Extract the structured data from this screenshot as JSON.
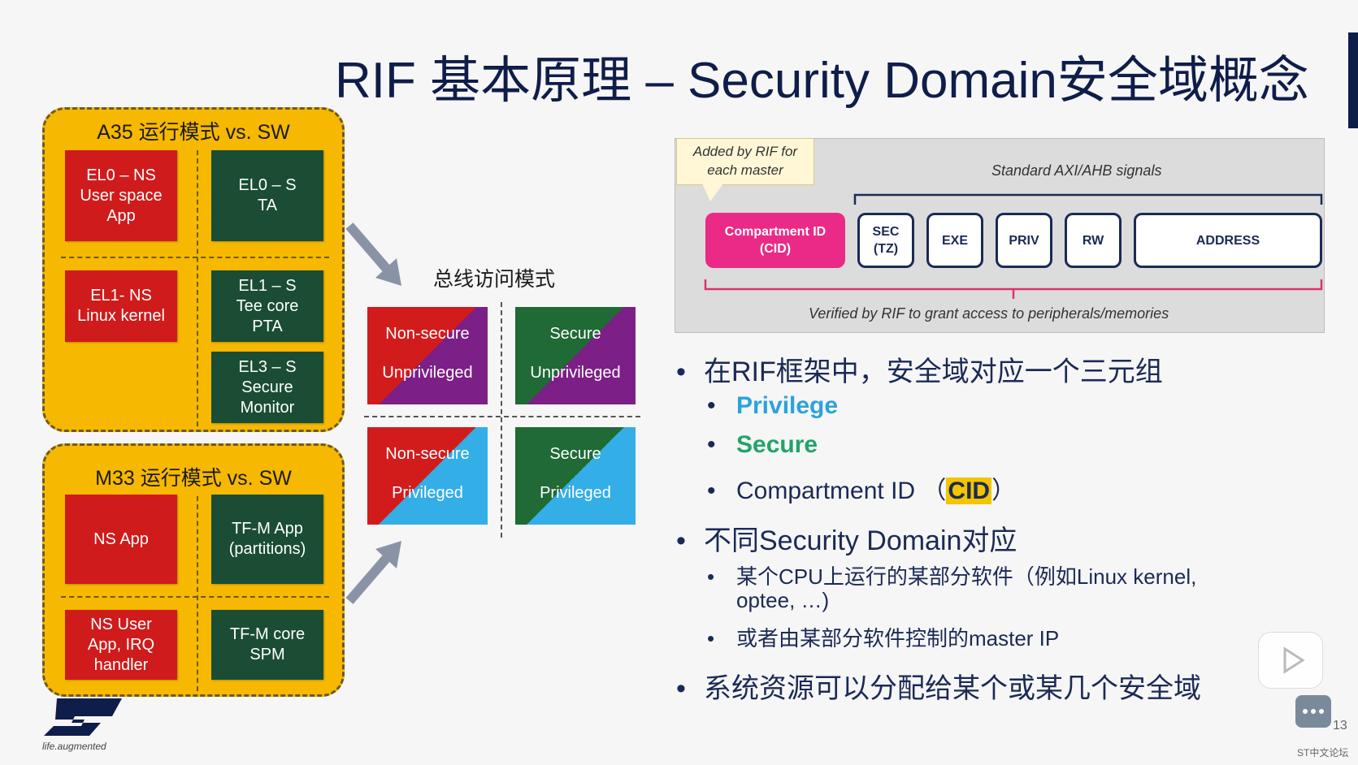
{
  "title": "RIF 基本原理 – Security Domain安全域概念",
  "a35": {
    "title": "A35 运行模式 vs. SW",
    "el0_ns": "EL0 – NS\nUser space\nApp",
    "el0_s": "EL0 – S\nTA",
    "el1_ns": "EL1- NS\nLinux kernel",
    "el1_s": "EL1 – S\nTee core\nPTA",
    "el3_s": "EL3 – S\nSecure\nMonitor"
  },
  "m33": {
    "title": "M33 运行模式 vs. SW",
    "ns_app": "NS App",
    "tfm_app": "TF-M App\n(partitions)",
    "ns_user": "NS User\nApp, IRQ\nhandler",
    "tfm_core": "TF-M core\nSPM"
  },
  "bus": {
    "label": "总线访问模式",
    "q1": {
      "l1": "Non-secure",
      "l2": "Unprivileged"
    },
    "q2": {
      "l1": "Secure",
      "l2": "Unprivileged"
    },
    "q3": {
      "l1": "Non-secure",
      "l2": "Privileged"
    },
    "q4": {
      "l1": "Secure",
      "l2": "Privileged"
    }
  },
  "diagram": {
    "note": "Added by RIF for\neach master",
    "standard": "Standard AXI/AHB signals",
    "cid": "Compartment ID\n(CID)",
    "sec": "SEC\n(TZ)",
    "exe": "EXE",
    "priv": "PRIV",
    "rw": "RW",
    "address": "ADDRESS",
    "verified": "Verified by RIF to grant access to peripherals/memories"
  },
  "bullets": {
    "b1": "在RIF框架中，安全域对应一个三元组",
    "privilege": "Privilege",
    "secure": "Secure",
    "cid_prefix": "Compartment ID  （",
    "cid_hl": "CID",
    "cid_suffix": "）",
    "b2": "不同Security Domain对应",
    "b2a": "某个CPU上运行的某部分软件（例如Linux kernel,",
    "b2a2": "optee, …)",
    "b2b": "或者由某部分软件控制的master IP",
    "b3": "系统资源可以分配给某个或某几个安全域"
  },
  "colors": {
    "privilege": "#2aa3dc",
    "secure": "#22a36a",
    "panel": "#f6b800"
  },
  "footer": {
    "tagline": "life.augmented",
    "page": "13",
    "forum": "ST中文论坛"
  }
}
